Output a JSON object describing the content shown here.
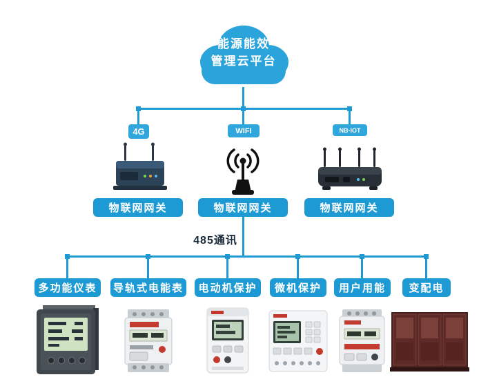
{
  "colors": {
    "accent": "#1d9ad3",
    "cloud": "#2aa4da",
    "badge_bg": "#2fa6dc",
    "bus_text": "#1b2b3a"
  },
  "cloud": {
    "line1": "能源能效",
    "line2": "管理云平台"
  },
  "network": {
    "gateways": [
      {
        "badge": "4G",
        "label": "物联网网关"
      },
      {
        "badge": "WIFI",
        "label": "物联网网关"
      },
      {
        "badge": "NB-IOT",
        "label": "物联网网关"
      }
    ],
    "bus_label": "485通讯"
  },
  "devices": [
    {
      "label": "多功能仪表"
    },
    {
      "label": "导轨式电能表"
    },
    {
      "label": "电动机保护"
    },
    {
      "label": "微机保护"
    },
    {
      "label": "用户用能"
    },
    {
      "label": "变配电"
    }
  ],
  "icons": {
    "cloud": "cloud-icon",
    "cellular_router": "cellular-router-icon",
    "wifi_antenna": "wifi-antenna-icon",
    "nbiot_router": "nbiot-router-icon",
    "panel_meter": "multifunction-meter-image",
    "din_meter": "din-rail-meter-image",
    "motor_protector": "motor-protector-image",
    "protection_relay": "protection-relay-image",
    "energy_meter": "user-energy-meter-image",
    "switchgear": "switchgear-cabinet-image"
  }
}
